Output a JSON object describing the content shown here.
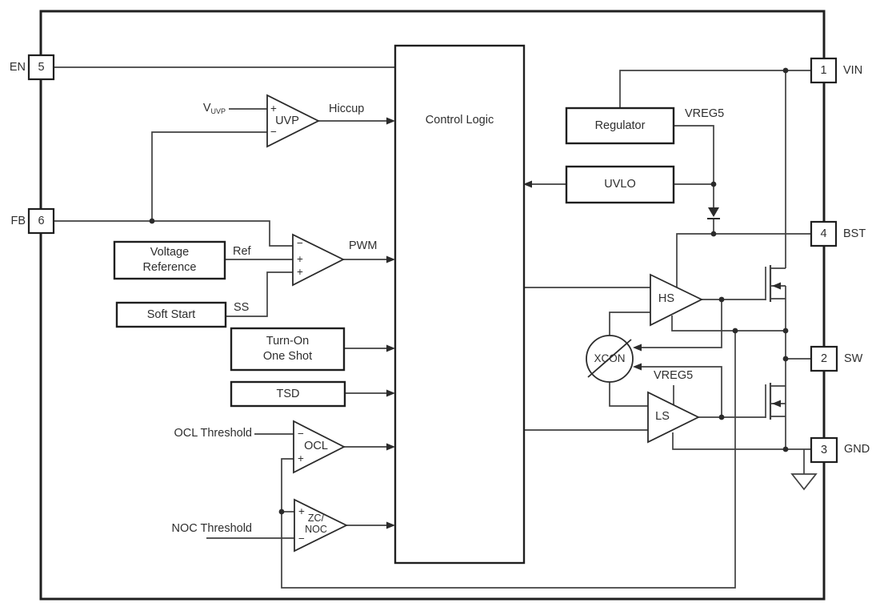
{
  "colors": {
    "background": "#ffffff",
    "wire": "#414141",
    "box_stroke": "#1f1f1f"
  },
  "pins": {
    "en": {
      "number": "5",
      "name": "EN"
    },
    "fb": {
      "number": "6",
      "name": "FB"
    },
    "vin": {
      "number": "1",
      "name": "VIN"
    },
    "bst": {
      "number": "4",
      "name": "BST"
    },
    "sw": {
      "number": "2",
      "name": "SW"
    },
    "gnd": {
      "number": "3",
      "name": "GND"
    }
  },
  "blocks": {
    "control_logic": "Control Logic",
    "regulator": "Regulator",
    "uvlo": "UVLO",
    "voltage_reference": "Voltage\nReference",
    "soft_start": "Soft Start",
    "turn_on_one_shot": "Turn-On\nOne Shot",
    "tsd": "TSD"
  },
  "comparators": {
    "uvp": {
      "label": "UVP",
      "plus": "+",
      "minus": "−"
    },
    "pwm": {
      "minus": "−",
      "plus1": "+",
      "plus2": "+"
    },
    "ocl": {
      "label": "OCL",
      "minus": "−",
      "plus": "+"
    },
    "zc_noc": {
      "label": "ZC/\nNOC",
      "plus": "+",
      "minus": "−"
    }
  },
  "drivers": {
    "hs": "HS",
    "ls": "LS",
    "xcon": "XCON"
  },
  "signals": {
    "vuvp_base": "V",
    "vuvp_sub": "UVP",
    "hiccup": "Hiccup",
    "pwm": "PWM",
    "ref": "Ref",
    "ss": "SS",
    "vreg5_top": "VREG5",
    "vreg5_ls": "VREG5",
    "ocl_threshold": "OCL Threshold",
    "noc_threshold": "NOC Threshold"
  }
}
